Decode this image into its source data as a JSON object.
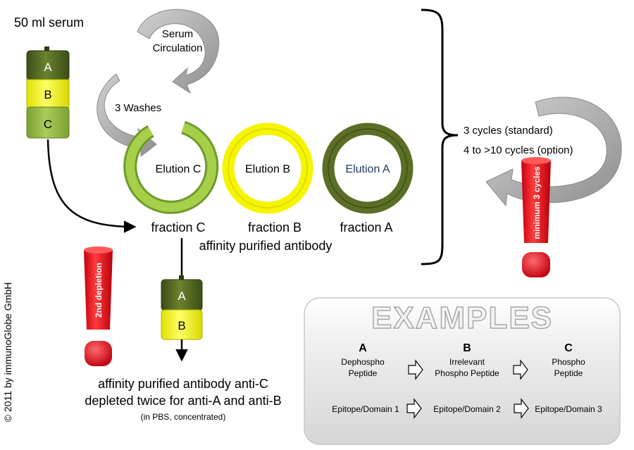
{
  "serum_label": "50 ml serum",
  "column1": {
    "segments": [
      "A",
      "B",
      "C"
    ]
  },
  "serum_circulation": {
    "line1": "Serum",
    "line2": "Circulation"
  },
  "washes_label": "3 Washes",
  "elutions": [
    "Elution C",
    "Elution B",
    "Elution A"
  ],
  "fractions": [
    "fraction C",
    "fraction B",
    "fraction A"
  ],
  "affinity_label": "affinity purified antibody",
  "cycles": {
    "standard": "3 cycles (standard)",
    "option": "4 to >10 cycles (option)"
  },
  "minimum_label": "minimum 3 cycles",
  "second_depletion_label": "2nd depletion",
  "column2": {
    "segments": [
      "A",
      "B"
    ]
  },
  "result": {
    "line1": "affinity purified antibody anti-C",
    "line2": "depleted twice for anti-A and anti-B",
    "note": "(in PBS, concentrated)"
  },
  "copyright": "© 2011 by immunoGlobe GmbH",
  "examples": {
    "title": "EXAMPLES",
    "columns": [
      {
        "letter": "A",
        "line1": "Dephospho",
        "line2": "Peptide",
        "epitope": "Epitope/Domain 1"
      },
      {
        "letter": "B",
        "line1": "Irrelevant",
        "line2": "Phospho Peptide",
        "epitope": "Epitope/Domain 2"
      },
      {
        "letter": "C",
        "line1": "Phospho",
        "line2": "Peptide",
        "epitope": "Epitope/Domain 3"
      }
    ]
  },
  "colors": {
    "dark_green": "#4a5e1f",
    "light_green": "#8cb33a",
    "yellow": "#f2f200",
    "ring_c": "#9acd32",
    "ring_b": "#f5f500",
    "ring_a": "#5b6e25",
    "warning_red": "#e8141e",
    "gray_arrow": "#a9a9a9"
  }
}
